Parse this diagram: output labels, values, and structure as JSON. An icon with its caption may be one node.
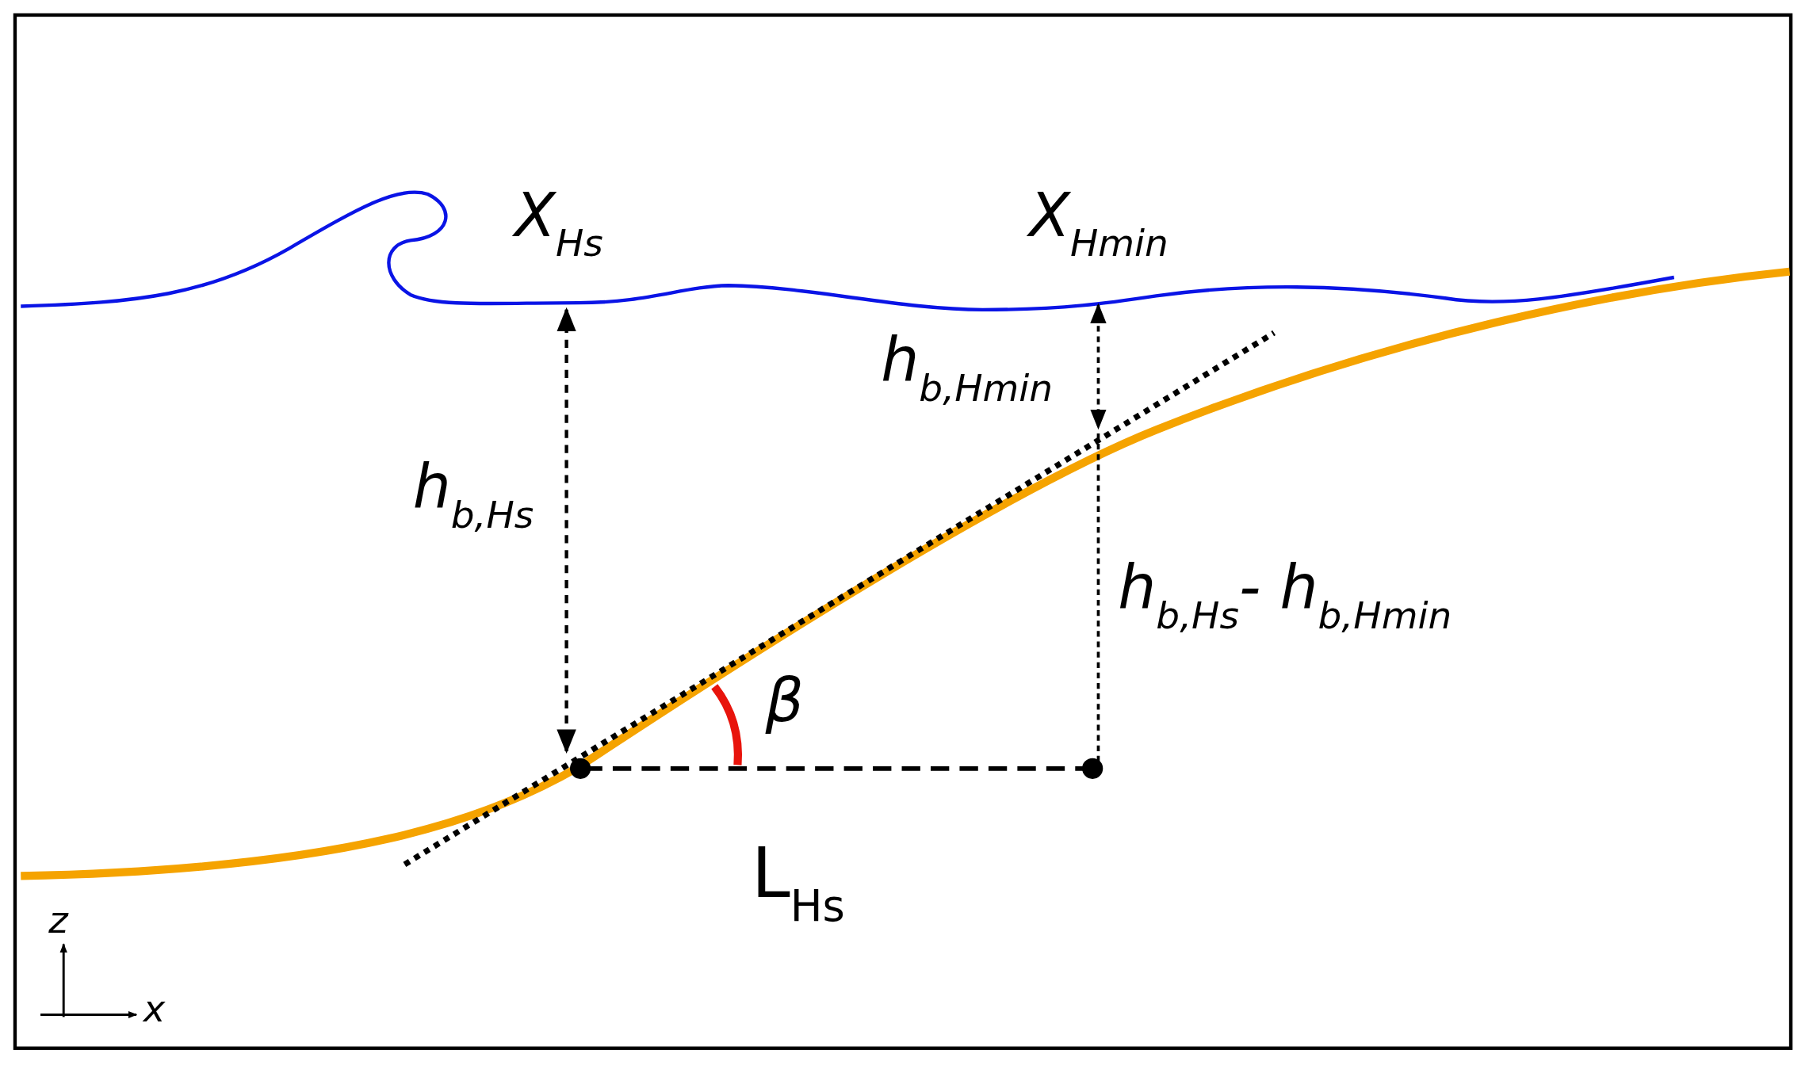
{
  "diagram": {
    "labels": [
      "X$_{Hs}$",
      "X$_{Hmin}$",
      "h$_{b,Hmin}$",
      "h$_{b,Hs}$",
      "h$_{b,Hs}$- h$_{b,Hmin}$",
      "β",
      "L$_{Hs}$",
      "z",
      "x"
    ]
  }
}
